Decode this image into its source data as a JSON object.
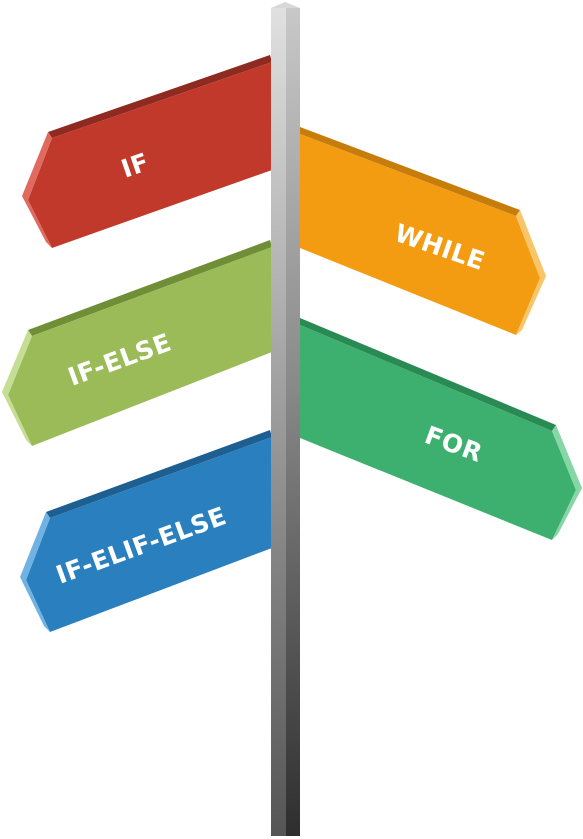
{
  "signpost": {
    "signs": [
      {
        "label": "IF",
        "color": "#C0392B",
        "edge": "#E06A5F",
        "top": "#8E2A20",
        "direction": "left"
      },
      {
        "label": "WHILE",
        "color": "#F39C12",
        "edge": "#F8C56A",
        "top": "#C77D0B",
        "direction": "right"
      },
      {
        "label": "IF-ELSE",
        "color": "#9BBB59",
        "edge": "#C6DD94",
        "top": "#6F8E36",
        "direction": "left"
      },
      {
        "label": "FOR",
        "color": "#3DAF6E",
        "edge": "#86D6A6",
        "top": "#2A8A53",
        "direction": "right"
      },
      {
        "label": "IF-ELIF-ELSE",
        "color": "#2A7FBF",
        "edge": "#6FB2E3",
        "top": "#1D5F91",
        "direction": "left"
      }
    ]
  }
}
